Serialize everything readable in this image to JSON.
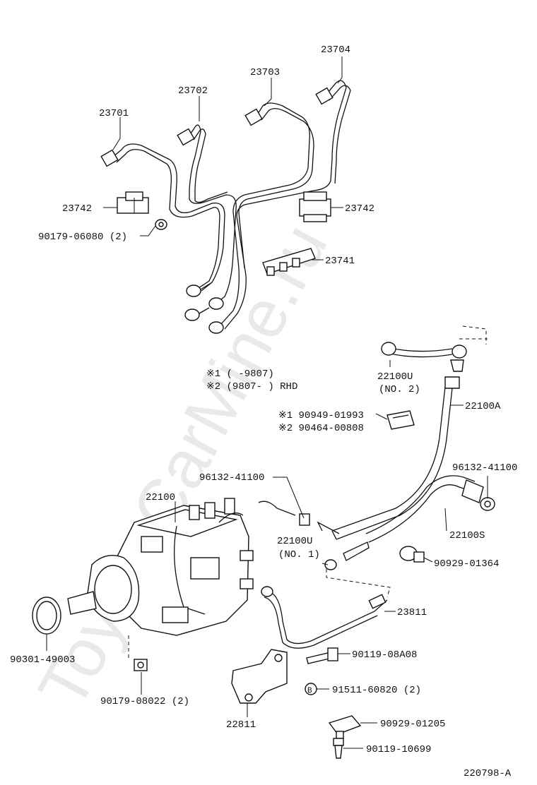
{
  "watermark": "ToyotaCarMine.ru",
  "diagram_code": "220798-A",
  "notes": {
    "line1": "※1 (      -9807)",
    "line2": "※2 (9807-      ) RHD"
  },
  "labels": {
    "p23701": "23701",
    "p23702": "23702",
    "p23703": "23703",
    "p23704": "23704",
    "p23742_left": "23742",
    "p23742_right": "23742",
    "p90179_06080": "90179-06080 (2)",
    "p23741": "23741",
    "p22100U_no2": "22100U",
    "no2": "(NO. 2)",
    "p22100A": "22100A",
    "p90949": "※1 90949-01993",
    "p90464": "※2 90464-00808",
    "p96132_left": "96132-41100",
    "p96132_right": "96132-41100",
    "p22100": "22100",
    "p22100S": "22100S",
    "p22100U_no1": "22100U",
    "no1": "(NO. 1)",
    "p90929_01364": "90929-01364",
    "p23811": "23811",
    "p90301": "90301-49003",
    "p90119_08A08": "90119-08A08",
    "p91511": "91511-60820 (2)",
    "p90179_08022": "90179-08022 (2)",
    "p22811": "22811",
    "p90929_01205": "90929-01205",
    "p90119_10699": "90119-10699"
  }
}
